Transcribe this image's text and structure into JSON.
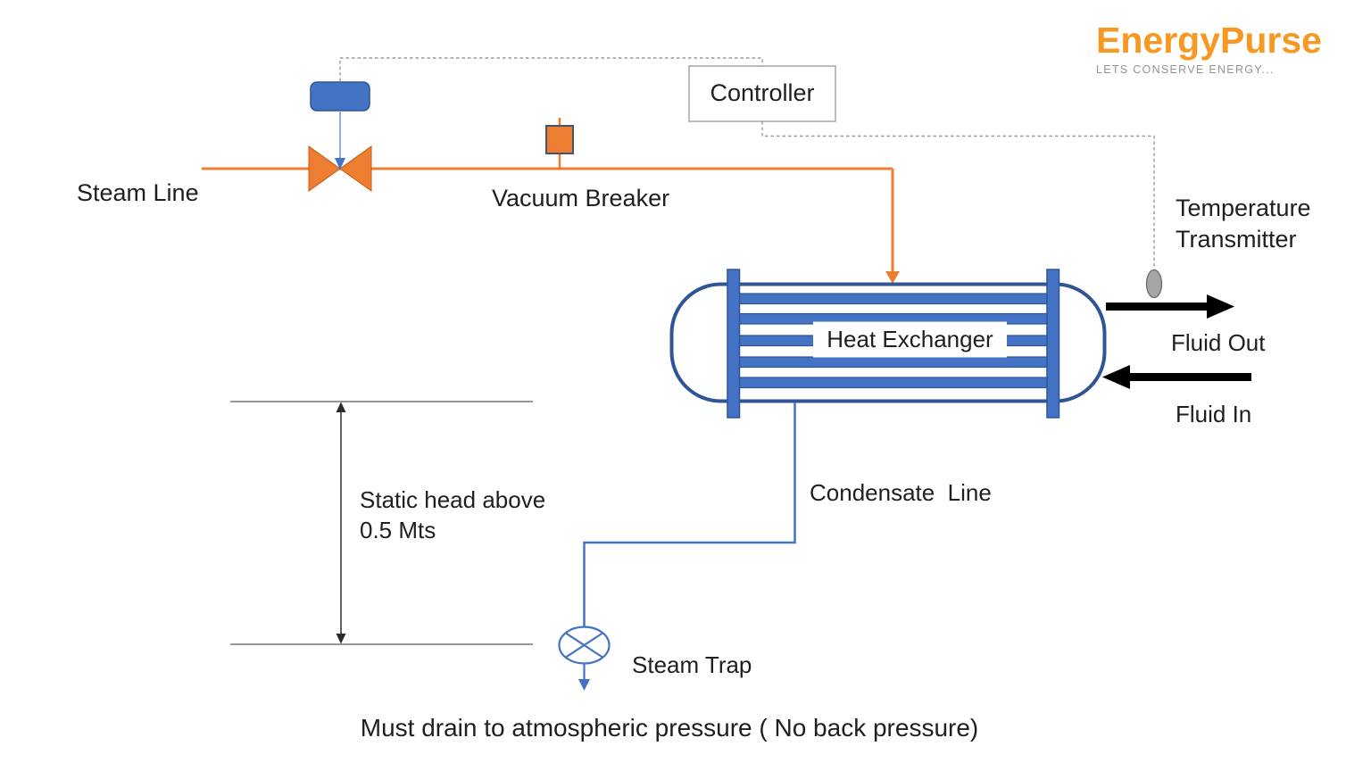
{
  "logo": {
    "title": "EnergyPurse",
    "tagline": "LETS CONSERVE ENERGY..."
  },
  "labels": {
    "steam_line": "Steam Line",
    "vacuum_breaker": "Vacuum Breaker",
    "controller": "Controller",
    "temperature_transmitter": [
      "Temperature",
      "Transmitter"
    ],
    "heat_exchanger": "Heat Exchanger",
    "fluid_out": "Fluid Out",
    "fluid_in": "Fluid In",
    "condensate_line": "Condensate  Line",
    "static_head": [
      "Static head above",
      "0.5 Mts"
    ],
    "steam_trap": "Steam Trap",
    "bottom_note": "Must drain to atmospheric pressure ( No back pressure)"
  },
  "symbols": {
    "control_valve": "bowtie-valve-icon",
    "valve_actuator": "rounded-actuator-icon",
    "vacuum_breaker": "square-on-line-icon",
    "controller": "rectangle-box",
    "temperature_transmitter": "gray-ellipse-sensor-icon",
    "heat_exchanger": "shell-and-tube-icon",
    "fluid_out_arrow": "thick-right-arrow-icon",
    "fluid_in_arrow": "thick-left-arrow-icon",
    "condensate_line": "elbow-pipe-line",
    "steam_trap": "circle-cross-icon",
    "static_head_dimension": "double-headed-vertical-arrow-icon",
    "signal_lines": "dashed-control-signal"
  },
  "colors": {
    "orange": "#ED7D31",
    "blue": "#4472C4",
    "dark_blue": "#2F5597",
    "light_blue": "#8FAADC",
    "signal_gray": "#9A9A9A",
    "transmitter_gray": "#A6A6A6",
    "transmitter_border": "#6B6B6B",
    "controller_border": "#A6A6A6",
    "arrow_black": "#000000",
    "dimension_gray": "#595959",
    "text": "#1F1F1F",
    "logo_orange": "#F79822",
    "tagline_gray": "#949494"
  }
}
